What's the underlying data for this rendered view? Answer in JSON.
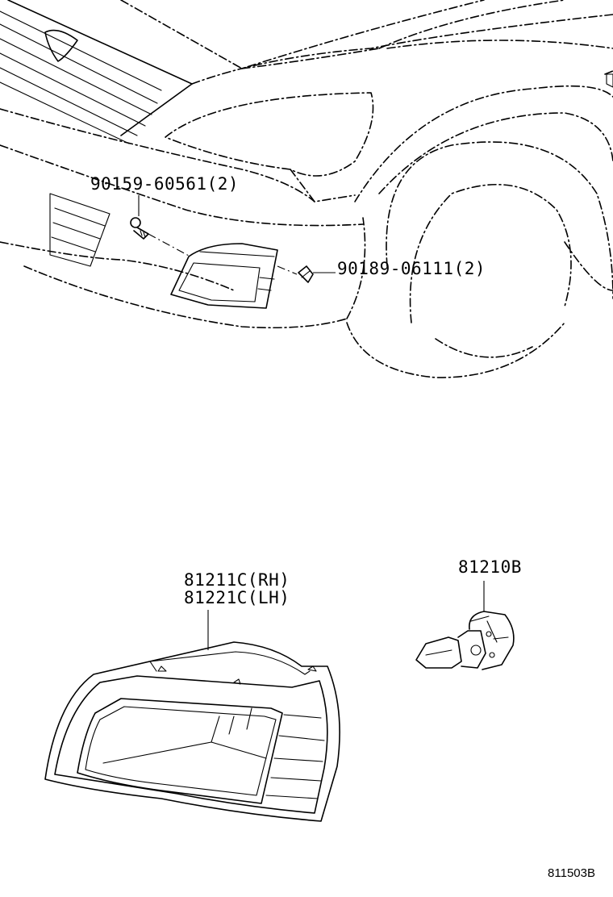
{
  "callouts": {
    "screw": "90159-60561(2)",
    "clip": "90189-06111(2)",
    "lamp_rh": "81211C(RH)",
    "lamp_lh": "81221C(LH)",
    "bulb": "81210B"
  },
  "figure_code": "811503B"
}
